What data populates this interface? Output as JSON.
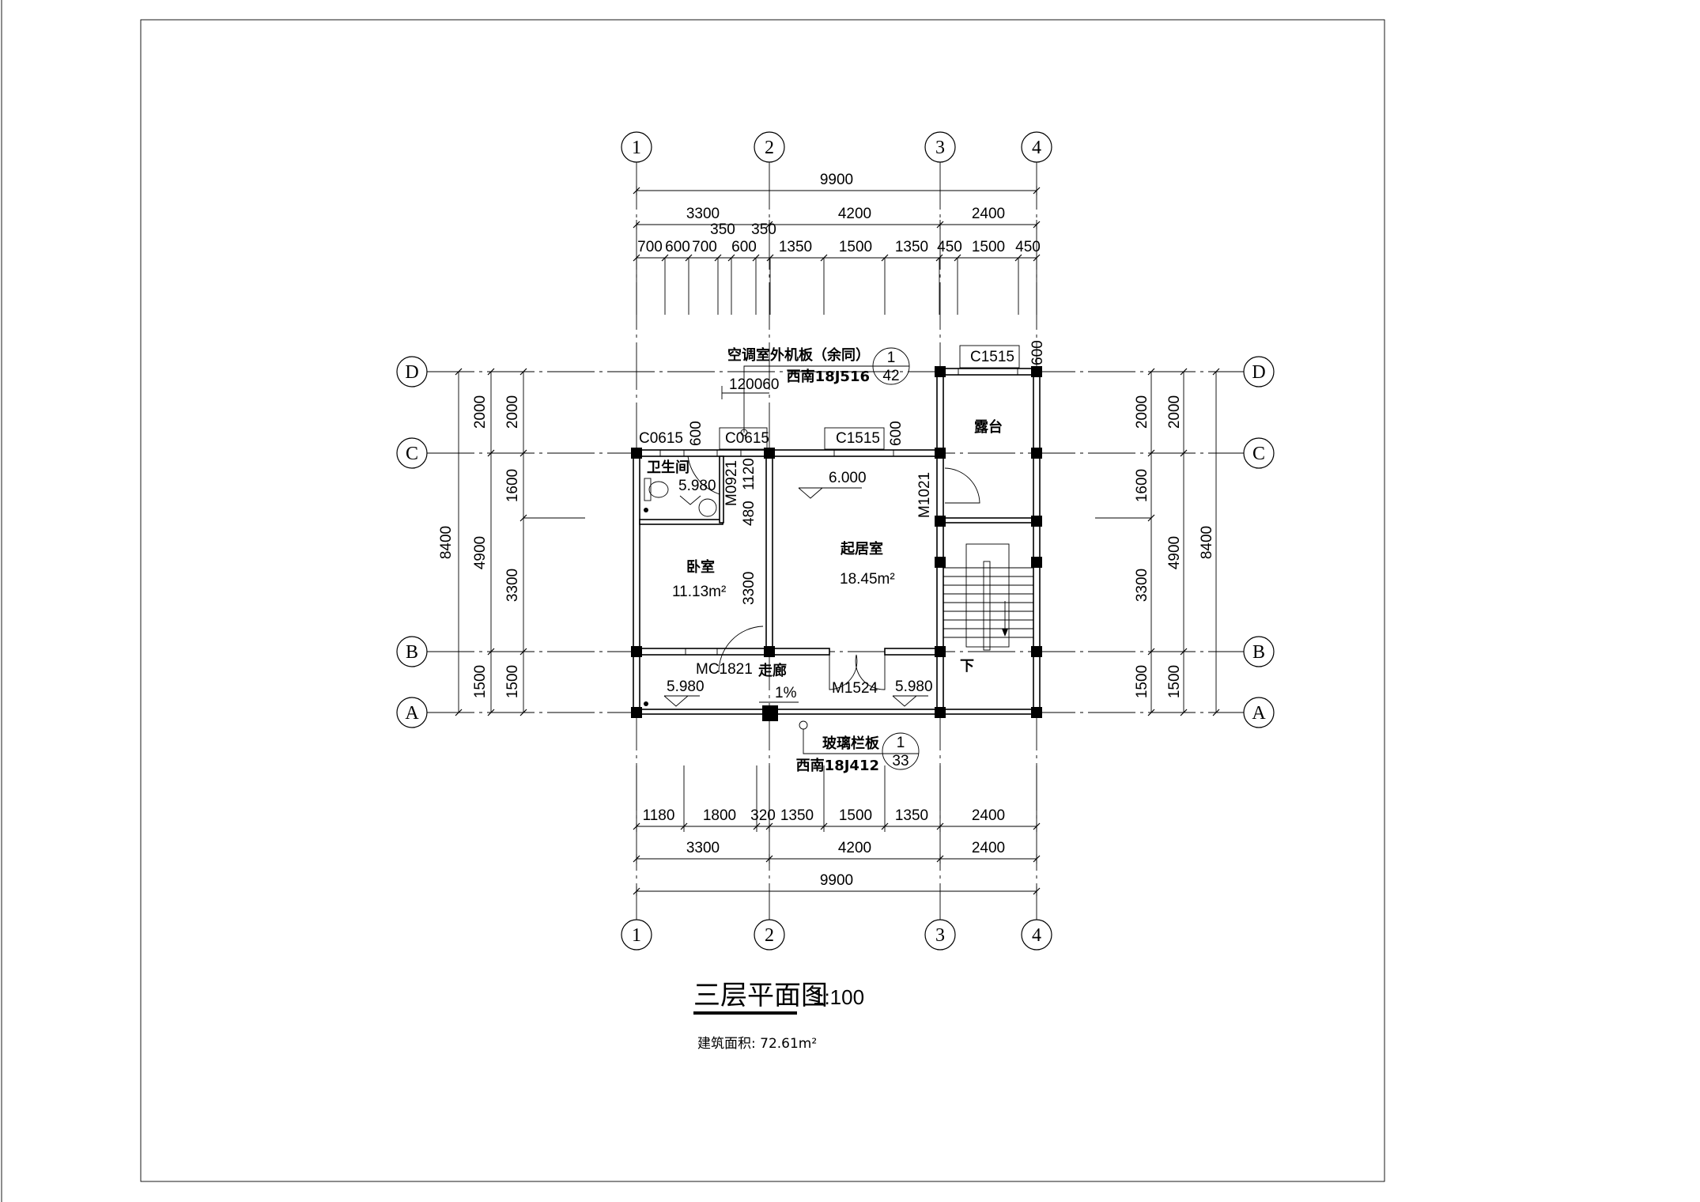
{
  "axes": {
    "columns": [
      "1",
      "2",
      "3",
      "4"
    ],
    "rows": [
      "D",
      "C",
      "B",
      "A"
    ]
  },
  "dims_top": {
    "total": "9900",
    "bays": [
      "3300",
      "4200",
      "2400"
    ],
    "sub": [
      "700",
      "600",
      "700",
      "350",
      "350",
      "600",
      "1350",
      "1500",
      "1350",
      "450",
      "1500",
      "450"
    ]
  },
  "dims_bottom": {
    "sub": [
      "1180",
      "1800",
      "320",
      "1350",
      "1500",
      "1350",
      "2400"
    ],
    "bays": [
      "3300",
      "4200",
      "2400"
    ],
    "total": "9900"
  },
  "dims_left": {
    "outer": "8400",
    "middle": [
      "2000",
      "4900",
      "1500"
    ],
    "inner": [
      "2000",
      "1600",
      "3300",
      "1500"
    ]
  },
  "dims_right": {
    "inner": [
      "2000",
      "1600",
      "3300",
      "1500"
    ],
    "middle": [
      "2000",
      "4900",
      "1500"
    ],
    "outer": "8400"
  },
  "rooms": {
    "bathroom": "卫生间",
    "bedroom": "卧室",
    "bedroom_area": "11.13m²",
    "living": "起居室",
    "living_area": "18.45m²",
    "terrace": "露台",
    "corridor": "走廊",
    "slope": "1%",
    "down": "下"
  },
  "levels": {
    "living": "6.000",
    "bathroom": "5.980",
    "corridor_left": "5.980",
    "corridor_right": "5.980"
  },
  "openings": {
    "c0615_a": "C0615",
    "c0615_b": "C0615",
    "c1515_living": "C1515",
    "c1515_terrace": "C1515",
    "h600_a": "600",
    "h600_b": "600",
    "h600_c": "600",
    "m0921": "M0921",
    "m1021": "M1021",
    "mc1821": "MC1821",
    "m1524": "M1524",
    "d1120": "1120",
    "d480": "480",
    "d3300": "3300",
    "d120060": "120060"
  },
  "callouts": {
    "ac_board": "空调室外机板（余同）",
    "ac_ref": "西南18J516",
    "ac_num": "1",
    "ac_page": "42",
    "rail": "玻璃栏板",
    "rail_ref": "西南18J412",
    "rail_num": "1",
    "rail_page": "33"
  },
  "title": {
    "name": "三层平面图",
    "scale": "1:100",
    "area": "建筑面积: 72.61m²"
  }
}
